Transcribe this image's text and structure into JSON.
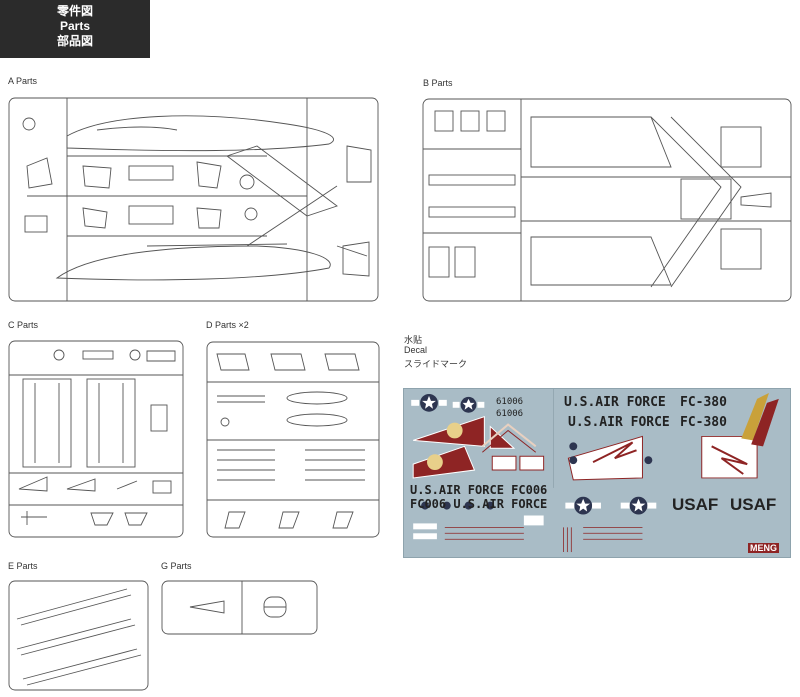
{
  "header": {
    "line1": "零件図",
    "line2": "Parts",
    "line3": "部品図"
  },
  "sprues": {
    "a": "A Parts",
    "b": "B Parts",
    "c": "C Parts",
    "d": "D Parts ×2",
    "e": "E Parts",
    "g": "G Parts"
  },
  "decal_heading": {
    "line1": "水贴",
    "line2": "Decal",
    "line3": "スライドマーク"
  },
  "decal": {
    "us_air_force_1": "U.S.AIR FORCE",
    "fc380_1": "FC-380",
    "us_air_force_2": "U.S.AIR FORCE",
    "fc380_2": "FC-380",
    "serial_1": "61006",
    "serial_2": "61006",
    "us_air_force_fc006": "U.S.AIR FORCE  FC006",
    "fc006_us_air_force": "FC006  U.S.AIR FORCE",
    "usaf_1": "USAF",
    "usaf_2": "USAF",
    "brand": "MENG",
    "colors": {
      "sheet": "#a9bcc6",
      "red": "#8e2424",
      "navy": "#2d3550",
      "gold": "#c9a13a"
    }
  }
}
